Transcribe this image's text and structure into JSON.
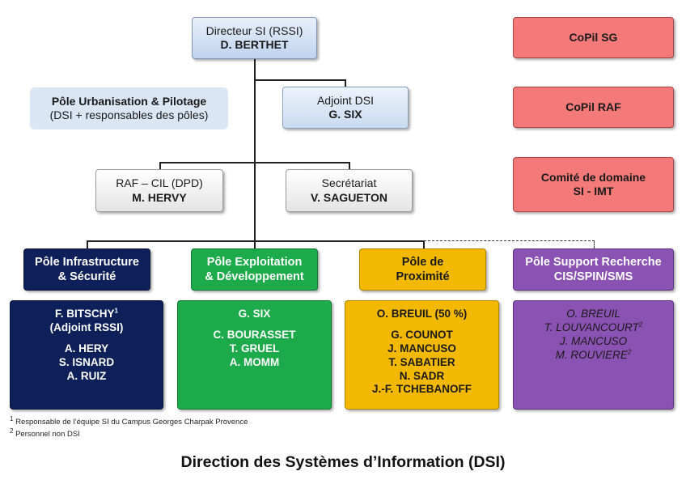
{
  "director": {
    "role": "Directeur SI (RSSI)",
    "name": "D. BERTHET"
  },
  "deputy": {
    "role": "Adjoint DSI",
    "name": "G. SIX"
  },
  "urbanisation": {
    "title": "Pôle Urbanisation & Pilotage",
    "subtitle": "(DSI + responsables des pôles)"
  },
  "raf": {
    "role": "RAF – CIL (DPD)",
    "name": "M. HERVY"
  },
  "secretariat": {
    "role": "Secrétariat",
    "name": "V. SAGUETON"
  },
  "committees": {
    "copil_sg": "CoPil SG",
    "copil_raf": "CoPil RAF",
    "comite_line1": "Comité de domaine",
    "comite_line2": "SI - IMT"
  },
  "poles": [
    {
      "line1": "Pôle Infrastructure",
      "line2": "& Sécurité",
      "color": "#0e2059"
    },
    {
      "line1": "Pôle Exploitation",
      "line2": "& Développement",
      "color": "#1daa4a"
    },
    {
      "line1": "Pôle de",
      "line2": "Proximité",
      "color": "#f3b800"
    },
    {
      "line1": "Pôle Support Recherche",
      "line2": "CIS/SPIN/SMS",
      "color": "#8a52b2"
    }
  ],
  "teams": {
    "infra": {
      "lead": "F. BITSCHY",
      "lead_sup": "1",
      "lead_sub": "(Adjoint RSSI)",
      "members": [
        "A. HERY",
        "S. ISNARD",
        "A. RUIZ"
      ]
    },
    "expl": {
      "lead": "G. SIX",
      "members": [
        "C. BOURASSET",
        "T. GRUEL",
        "A. MOMM"
      ]
    },
    "prox": {
      "lead": "O. BREUIL (50 %)",
      "members": [
        "G. COUNOT",
        "J. MANCUSO",
        "T. SABATIER",
        "N. SADR",
        "J.-F. TCHEBANOFF"
      ]
    },
    "supp": {
      "members": [
        {
          "name": "O. BREUIL",
          "sup": ""
        },
        {
          "name": "T. LOUVANCOURT",
          "sup": "2"
        },
        {
          "name": "J. MANCUSO",
          "sup": ""
        },
        {
          "name": "M. ROUVIERE",
          "sup": "2"
        }
      ]
    }
  },
  "footnotes": [
    {
      "num": "1",
      "text": "Responsable de l’équipe SI du Campus Georges Charpak Provence"
    },
    {
      "num": "2",
      "text": "Personnel non DSI"
    }
  ],
  "title": "Direction des Systèmes d’Information (DSI)"
}
